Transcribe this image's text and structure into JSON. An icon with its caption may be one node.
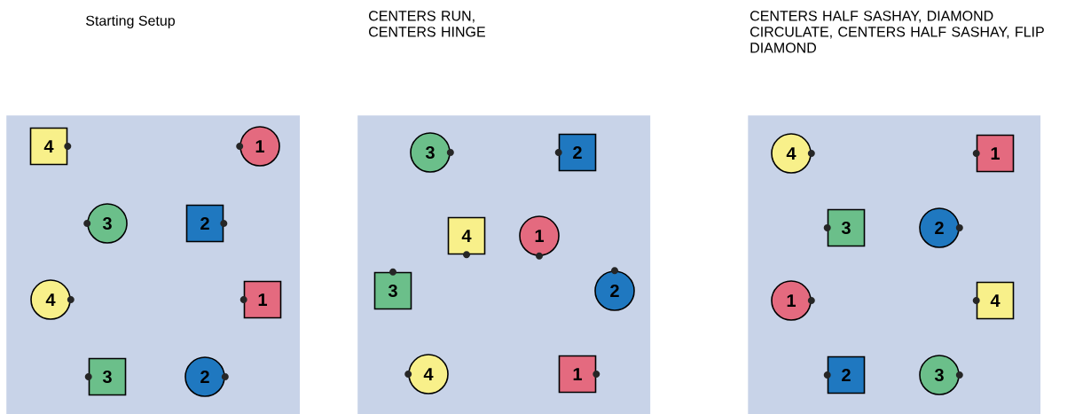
{
  "diagram": {
    "nodes": [
      {
        "text": [],
        "shape": "box"
      },
      {
        "text": [
          "4"
        ],
        "in": 0
      },
      {
        "text": [
          "1"
        ],
        "in": 0
      },
      {
        "text": [
          "3"
        ],
        "in": 0
      },
      {
        "text": [
          "2"
        ],
        "in": 0
      },
      {
        "text": [
          "4"
        ],
        "in": 0
      },
      {
        "text": [
          "1"
        ],
        "in": 0
      },
      {
        "text": [
          "3"
        ],
        "in": 0
      },
      {
        "text": [
          "2"
        ],
        "in": 0
      },
      {
        "text": [],
        "shape": "box"
      },
      {
        "text": [
          "3"
        ],
        "in": 9
      },
      {
        "text": [
          "2"
        ],
        "in": 9
      },
      {
        "text": [
          "4"
        ],
        "in": 9
      },
      {
        "text": [
          "1"
        ],
        "in": 9
      },
      {
        "text": [
          "3"
        ],
        "in": 9
      },
      {
        "text": [
          "2"
        ],
        "in": 9
      },
      {
        "text": [
          "4"
        ],
        "in": 9
      },
      {
        "text": [
          "1"
        ],
        "in": 9
      },
      {
        "text": [],
        "shape": "box"
      },
      {
        "text": [
          "4"
        ],
        "in": 18
      },
      {
        "text": [
          "1"
        ],
        "in": 18
      },
      {
        "text": [
          "3"
        ],
        "in": 18
      },
      {
        "text": [
          "2"
        ],
        "in": 18
      },
      {
        "text": [
          "1"
        ],
        "in": 18
      },
      {
        "text": [
          "4"
        ],
        "in": 18
      },
      {
        "text": [
          "2"
        ],
        "in": 18
      },
      {
        "text": [
          "3"
        ],
        "in": 18
      }
    ],
    "labels": [
      "Starting Setup",
      "CENTERS RUN, CENTERS HINGE",
      "CENTERS HALF SASHAY, DIAMOND CIRCULATE, CENTERS HALF SASHAY, FLIP DIAMOND"
    ]
  }
}
